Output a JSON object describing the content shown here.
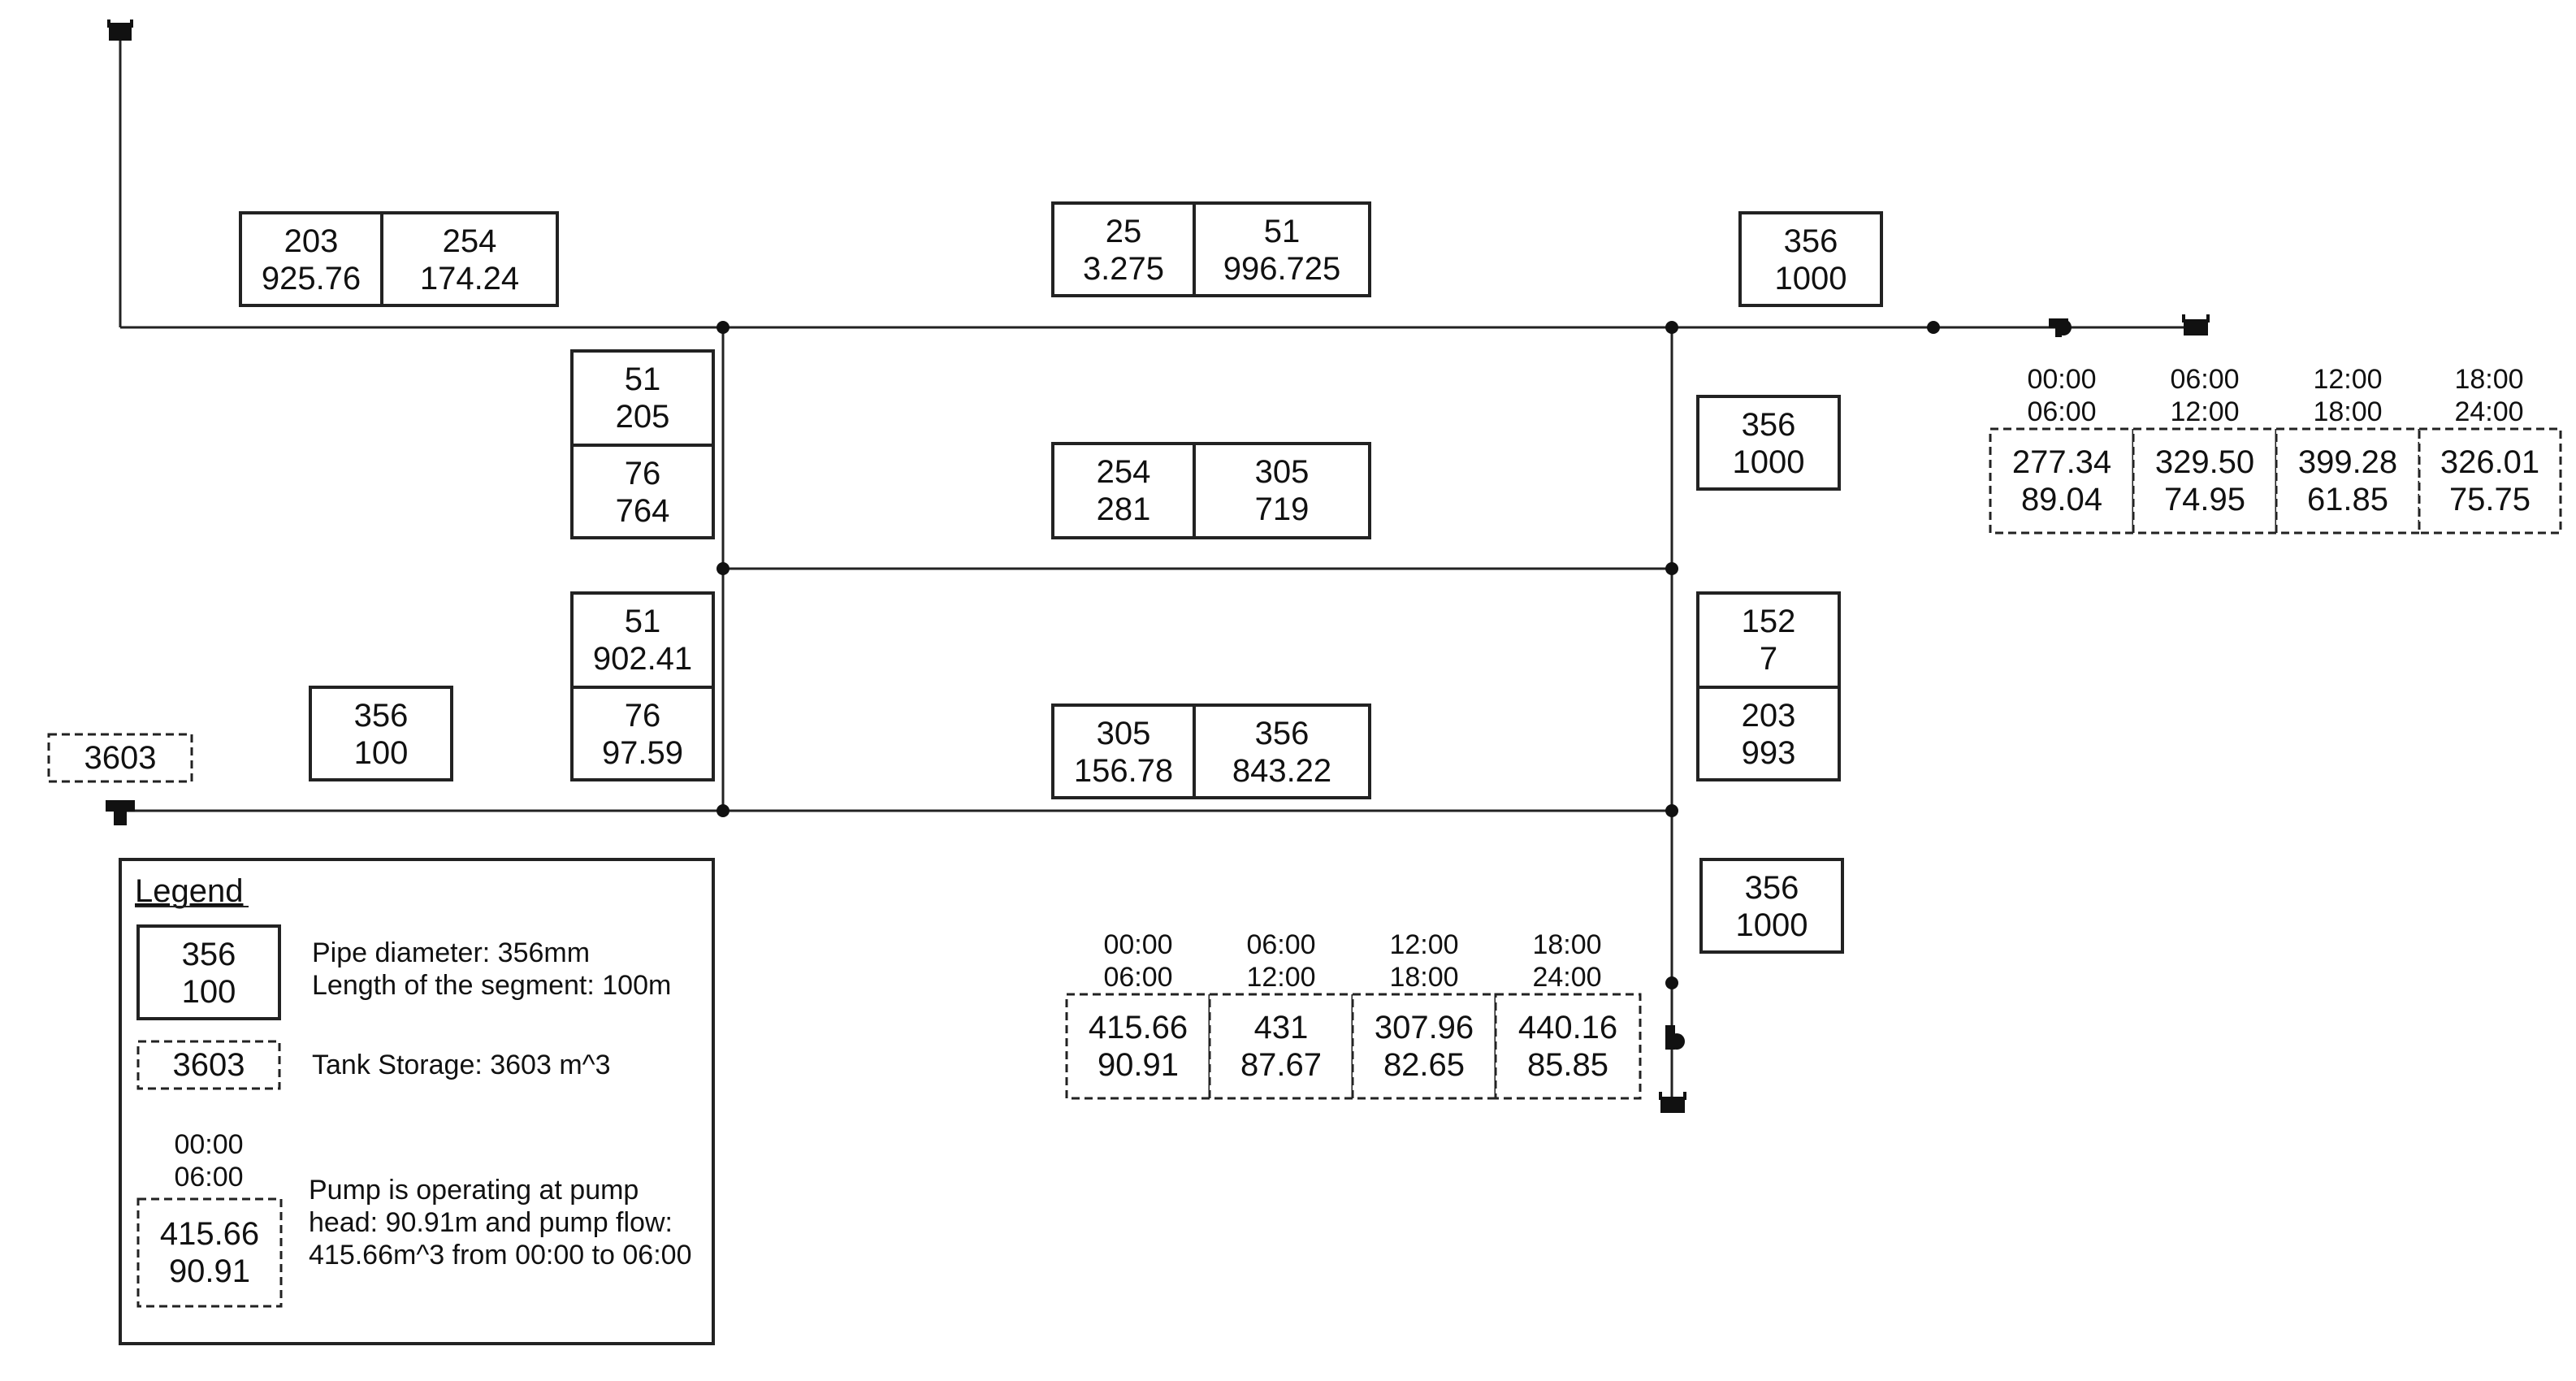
{
  "colors": {
    "line": "#222222",
    "background": "#ffffff"
  },
  "pipe_labels": {
    "top_left_a": [
      "203",
      "925.76"
    ],
    "top_left_b": [
      "254",
      "174.24"
    ],
    "top_mid_a": [
      "25",
      "3.275"
    ],
    "top_mid_b": [
      "51",
      "996.725"
    ],
    "top_right": [
      "356",
      "1000"
    ],
    "left_upper_a": [
      "51",
      "205"
    ],
    "left_upper_b": [
      "76",
      "764"
    ],
    "mid_upper_a": [
      "254",
      "281"
    ],
    "mid_upper_b": [
      "305",
      "719"
    ],
    "right_upper": [
      "356",
      "1000"
    ],
    "left_lower_a": [
      "51",
      "902.41"
    ],
    "left_lower_b": [
      "76",
      "97.59"
    ],
    "far_left": [
      "356",
      "100"
    ],
    "mid_lower_a": [
      "305",
      "156.78"
    ],
    "mid_lower_b": [
      "356",
      "843.22"
    ],
    "right_lower_a": [
      "152",
      "7"
    ],
    "right_lower_b": [
      "203",
      "993"
    ],
    "right_bottom": [
      "356",
      "1000"
    ]
  },
  "tank": {
    "storage": "3603"
  },
  "pump_schedules": {
    "right_pump": [
      {
        "start": "00:00",
        "end": "06:00",
        "flow": "277.34",
        "head": "89.04"
      },
      {
        "start": "06:00",
        "end": "12:00",
        "flow": "329.50",
        "head": "74.95"
      },
      {
        "start": "12:00",
        "end": "18:00",
        "flow": "399.28",
        "head": "61.85"
      },
      {
        "start": "18:00",
        "end": "24:00",
        "flow": "326.01",
        "head": "75.75"
      }
    ],
    "bottom_pump": [
      {
        "start": "00:00",
        "end": "06:00",
        "flow": "415.66",
        "head": "90.91"
      },
      {
        "start": "06:00",
        "end": "12:00",
        "flow": "431",
        "head": "87.67"
      },
      {
        "start": "12:00",
        "end": "18:00",
        "flow": "307.96",
        "head": "82.65"
      },
      {
        "start": "18:00",
        "end": "24:00",
        "flow": "440.16",
        "head": "85.85"
      }
    ]
  },
  "legend": {
    "title": "Legend",
    "pipe_example": [
      "356",
      "100"
    ],
    "pipe_desc": [
      "Pipe diameter: 356mm",
      "Length of the segment: 100m"
    ],
    "tank_example": "3603",
    "tank_desc": "Tank Storage: 3603 m^3",
    "pump_example_time": [
      "00:00",
      "06:00"
    ],
    "pump_example_values": [
      "415.66",
      "90.91"
    ],
    "pump_desc": [
      "Pump is operating at pump",
      "head: 90.91m and pump flow:",
      "415.66m^3 from 00:00 to 06:00"
    ]
  }
}
